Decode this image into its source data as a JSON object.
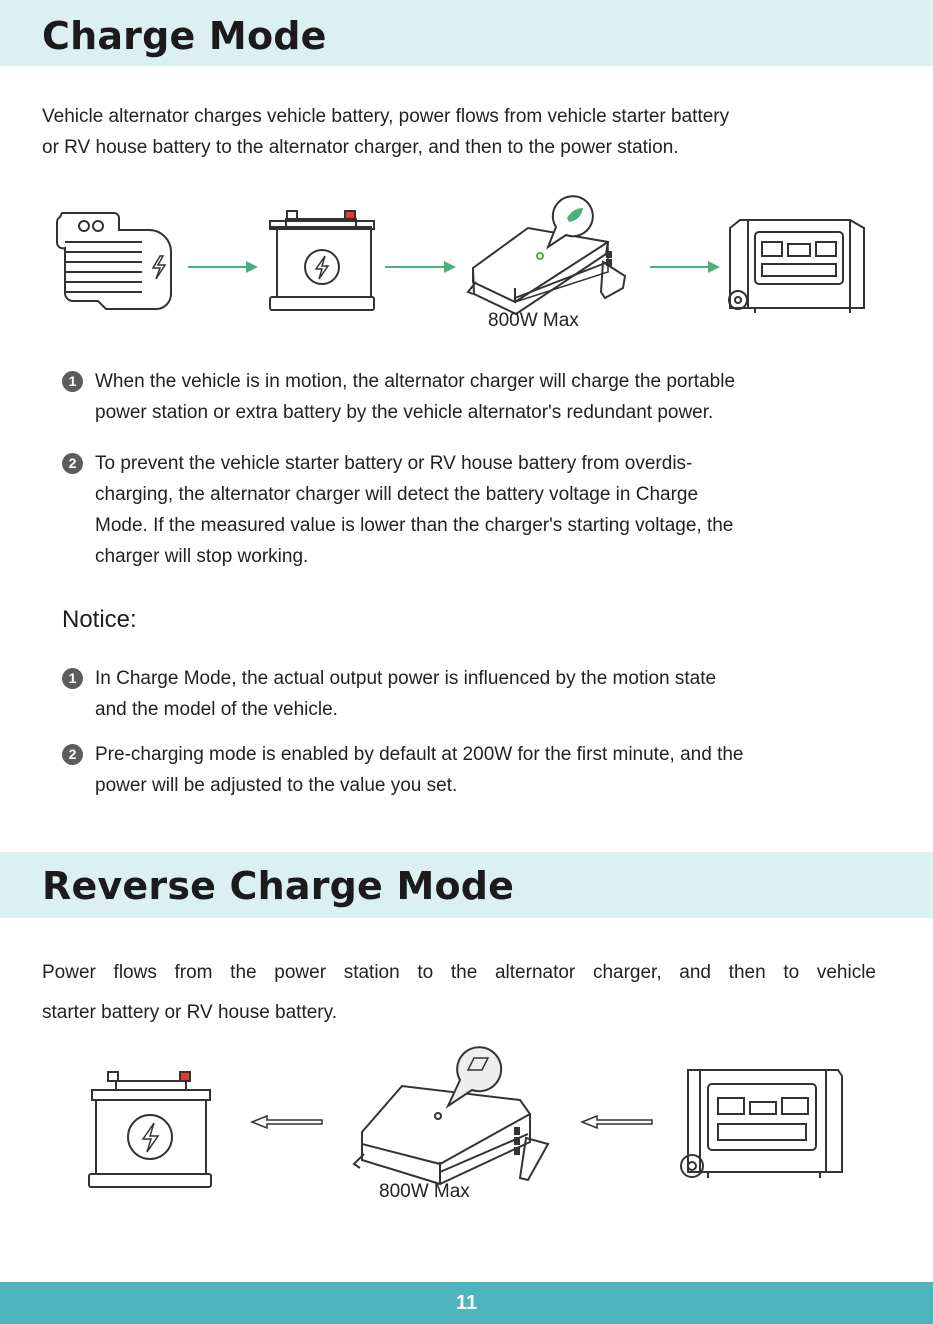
{
  "charge_mode": {
    "title": "Charge Mode",
    "intro_line1": "Vehicle alternator charges vehicle battery, power flows from vehicle starter battery",
    "intro_line2": "or RV house battery to the alternator charger, and then to the power station.",
    "diagram_caption": "800W Max",
    "steps": [
      {
        "num": "1",
        "lines": [
          "When the vehicle is in motion, the alternator charger will charge the portable",
          "power station or extra battery by the vehicle alternator's redundant power."
        ]
      },
      {
        "num": "2",
        "lines": [
          "To prevent the vehicle starter battery or RV house battery from overdis-",
          "charging, the alternator charger will detect the battery voltage in Charge",
          "Mode. If the measured value is lower than the charger's starting voltage, the",
          "charger will stop working."
        ]
      }
    ]
  },
  "notice": {
    "title": "Notice:",
    "items": [
      {
        "num": "1",
        "lines": [
          "In Charge Mode, the actual output power is influenced by the motion state",
          "and the model of the vehicle."
        ]
      },
      {
        "num": "2",
        "lines": [
          "Pre-charging mode is enabled by default at 200W for the first minute, and the",
          "power will be adjusted to the value you set."
        ]
      }
    ]
  },
  "reverse_mode": {
    "title": "Reverse Charge Mode",
    "intro_line1": "Power flows from the power station to the alternator charger, and then to vehicle",
    "intro_line2": "starter battery or RV house battery.",
    "diagram_caption": "800W Max"
  },
  "footer": {
    "page_number": "11"
  },
  "colors": {
    "band": "#dcf0f2",
    "footer": "#4eb5bf",
    "arrow": "#4caf7d",
    "led": "#4caf50",
    "terminal_pos": "#e53935"
  },
  "icons": [
    "alternator-icon",
    "car-battery-icon",
    "alternator-charger-icon",
    "power-station-icon",
    "flow-arrow-icon",
    "leaf-icon",
    "mode-icon"
  ]
}
